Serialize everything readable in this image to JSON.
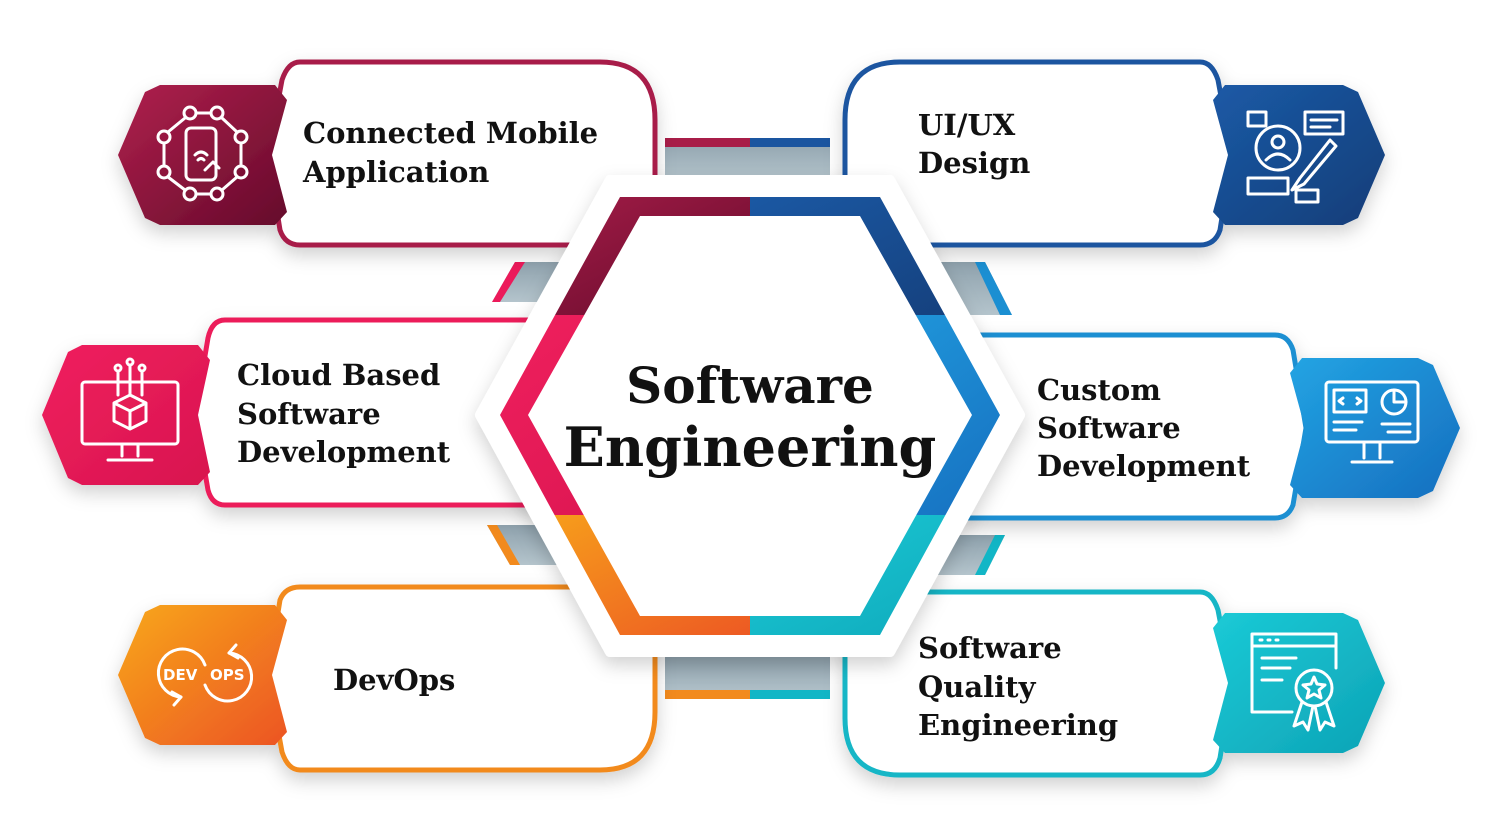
{
  "center": {
    "line1": "Software",
    "line2": "Engineering"
  },
  "colors": {
    "maroon": "#a81d48",
    "pink": "#ec1a5a",
    "orange": "#f28a1d",
    "dark_blue": "#1a55a0",
    "blue": "#1b8fd2",
    "teal": "#12b6c6",
    "connector_gray": "#a9bac4"
  },
  "cards": [
    {
      "lines": [
        "Connected Mobile",
        "Application"
      ],
      "icon": "mobile-network-icon",
      "color": "#a81d48"
    },
    {
      "lines": [
        "Cloud Based",
        "Software",
        "Development"
      ],
      "icon": "cloud-cube-monitor-icon",
      "color": "#ec1a5a"
    },
    {
      "lines": [
        "DevOps"
      ],
      "icon": "devops-loop-icon",
      "icon_labels": [
        "DEV",
        "OPS"
      ],
      "color": "#f28a1d"
    },
    {
      "lines": [
        "UI/UX",
        "Design"
      ],
      "icon": "ui-design-icon",
      "color": "#1a55a0"
    },
    {
      "lines": [
        "Custom",
        "Software",
        "Development"
      ],
      "icon": "code-monitor-icon",
      "color": "#1b8fd2"
    },
    {
      "lines": [
        "Software",
        "Quality",
        "Engineering"
      ],
      "icon": "quality-certificate-icon",
      "color": "#12b6c6"
    }
  ]
}
